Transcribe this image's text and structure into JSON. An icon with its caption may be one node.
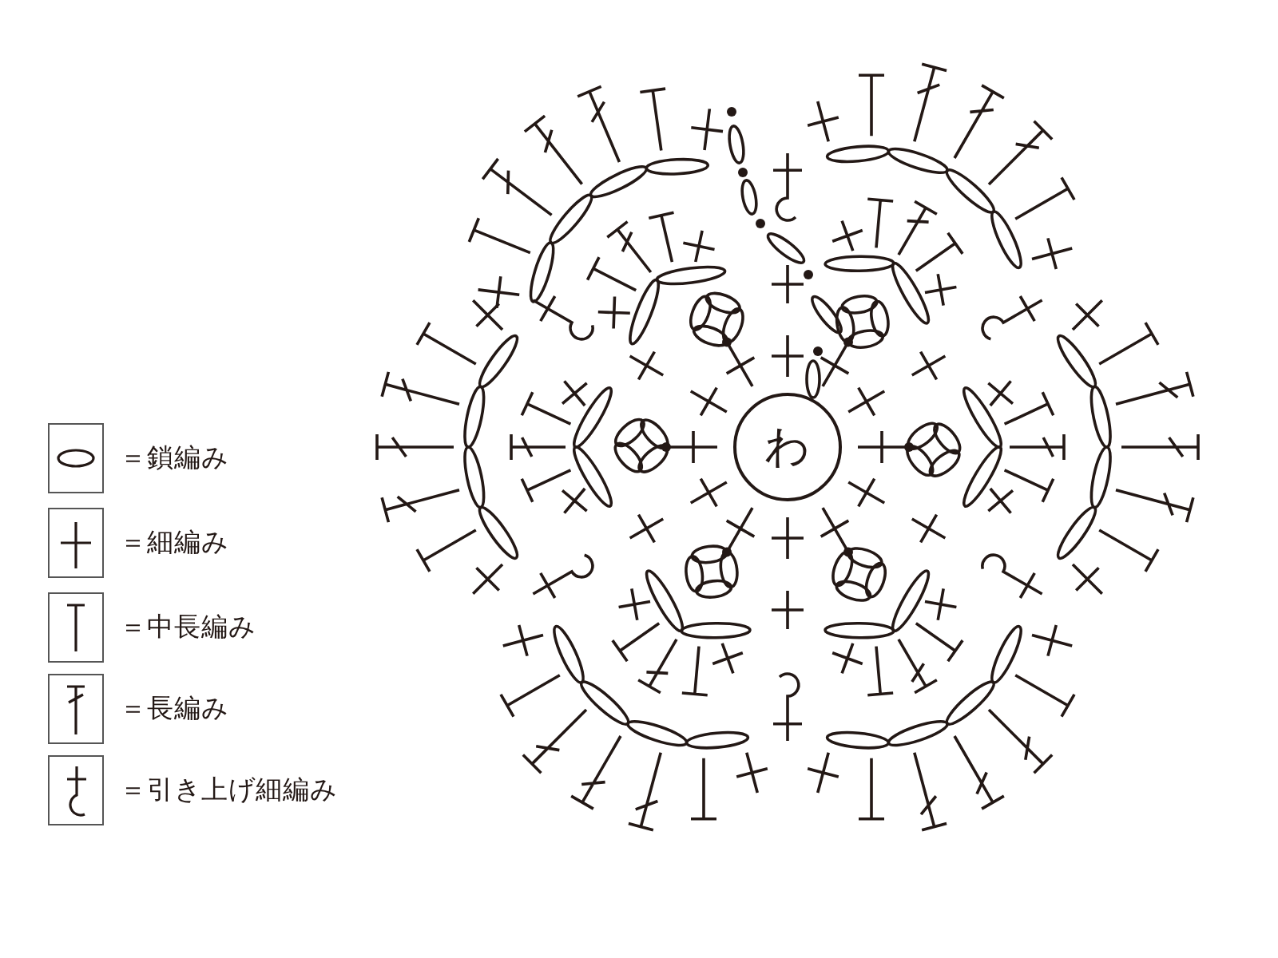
{
  "diagram": {
    "nodes": [
      {
        "text": [
          "わ"
        ]
      }
    ],
    "legend": [
      {
        "text": "＝鎖編み"
      },
      {
        "text": "＝細編み"
      },
      {
        "text": "＝中長編み"
      },
      {
        "text": "＝長編み"
      },
      {
        "text": "＝引き上げ細編み"
      }
    ]
  }
}
